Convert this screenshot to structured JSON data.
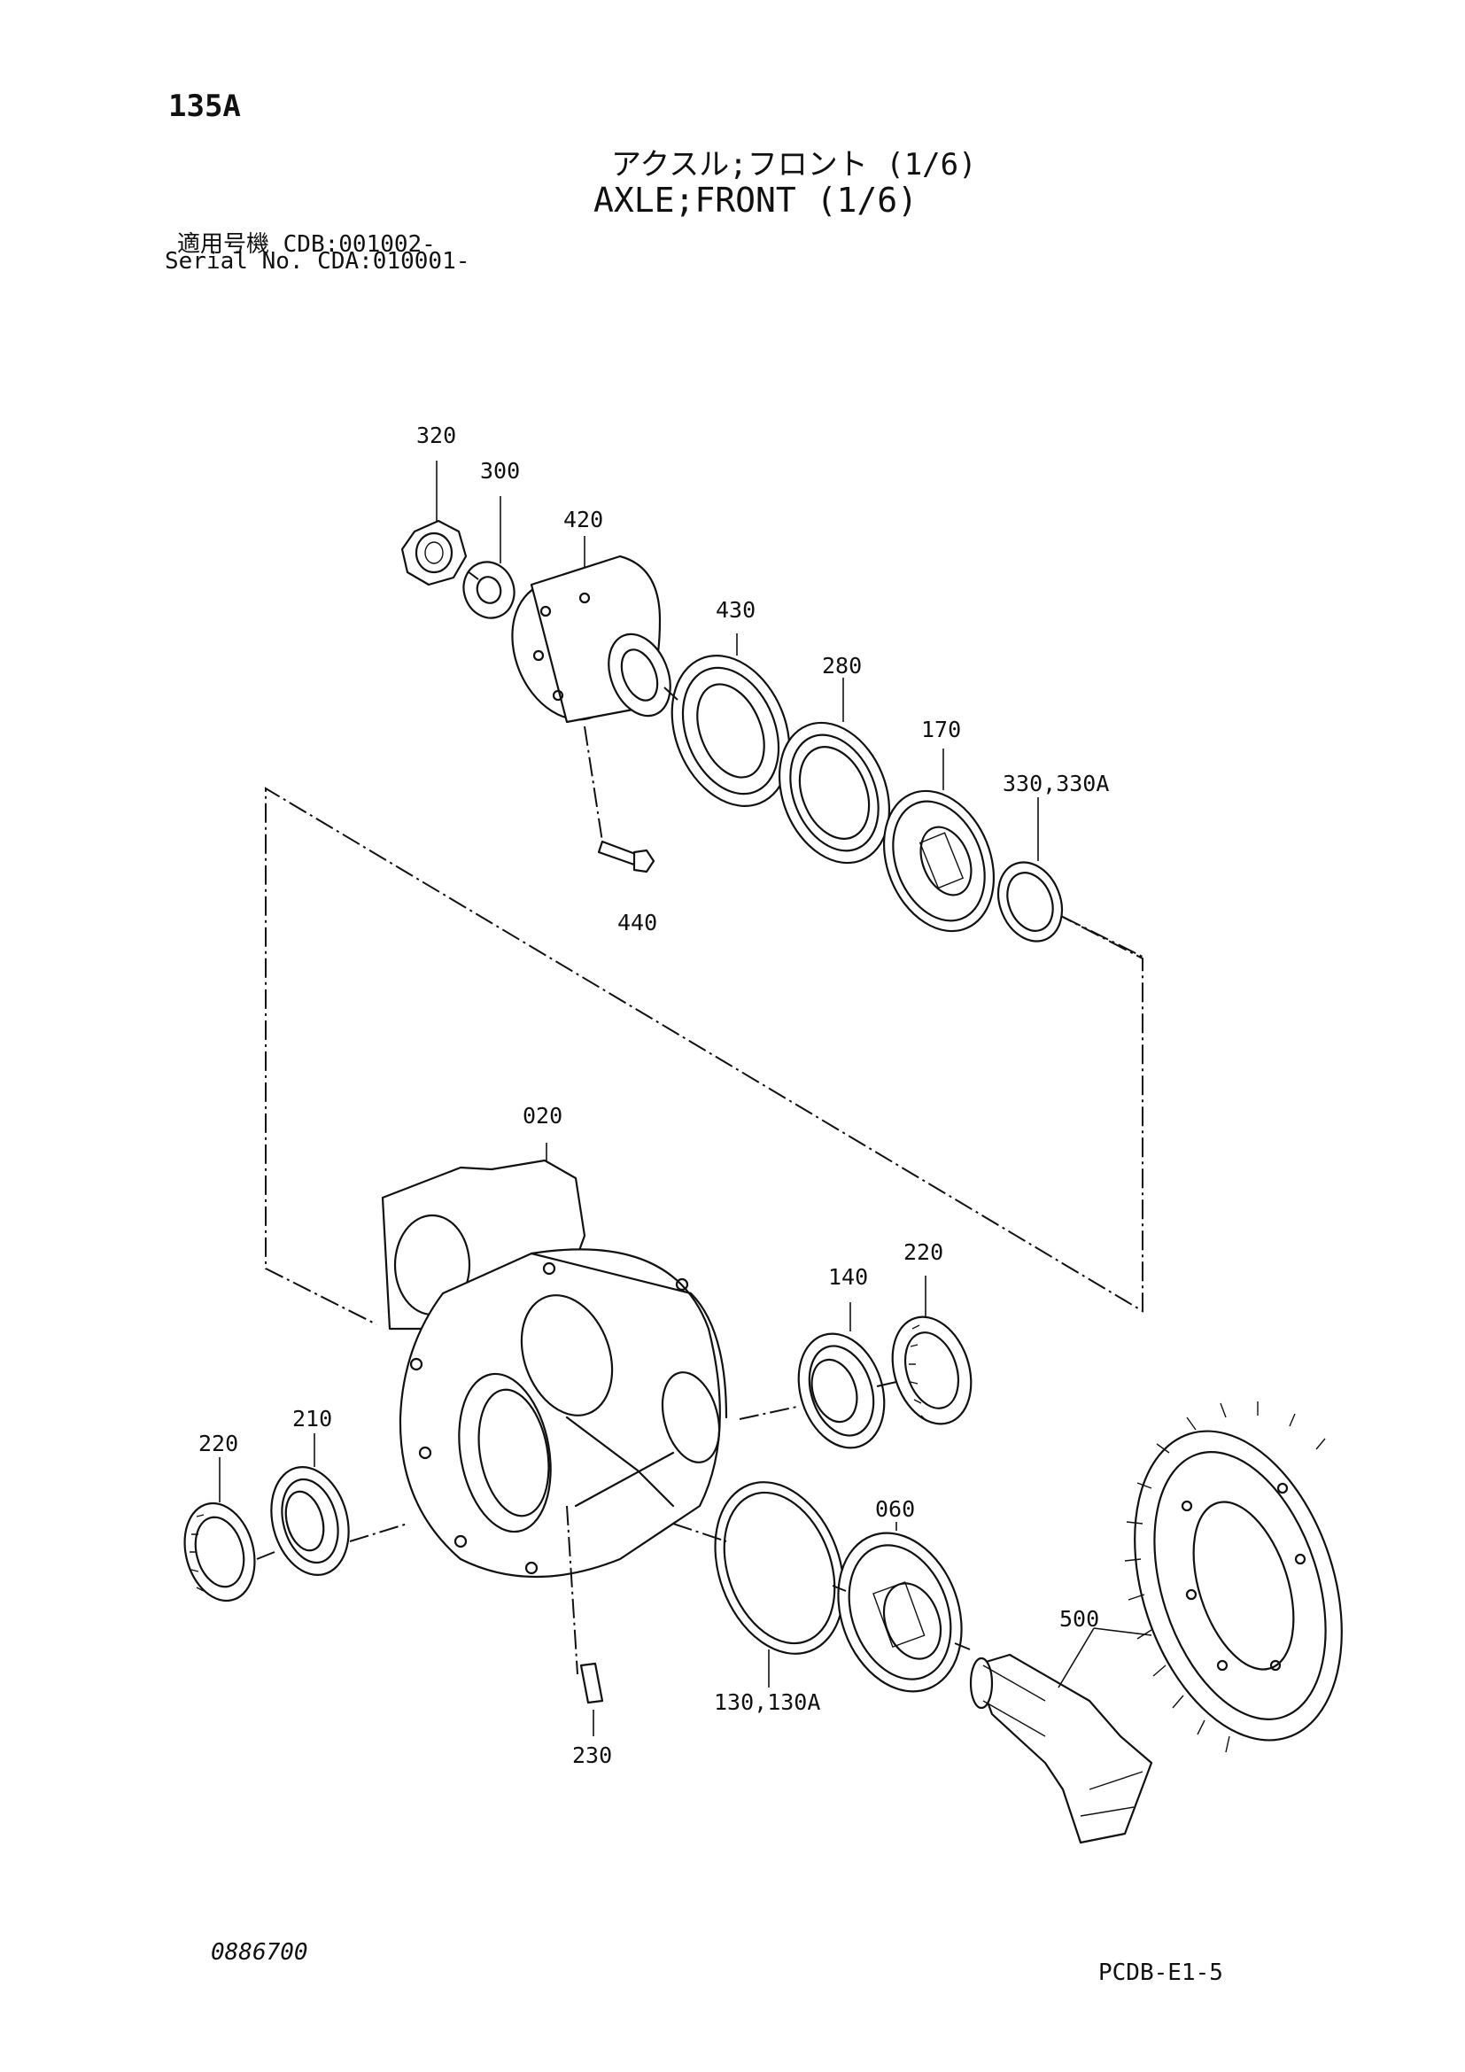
{
  "header": {
    "page_number": "135A",
    "title_jp": "アクスル;フロント (1/6)",
    "title_en": "AXLE;FRONT (1/6)",
    "serial_label_jp": "適用号機 CDB:001002-",
    "serial_label_en": "Serial No. CDA:010001-"
  },
  "parts": {
    "p320": "320",
    "p300": "300",
    "p420": "420",
    "p430": "430",
    "p280": "280",
    "p170": "170",
    "p330": "330,330A",
    "p440": "440",
    "p020": "020",
    "p140": "140",
    "p220_right": "220",
    "p220_left": "220",
    "p210": "210",
    "p060": "060",
    "p500": "500",
    "p130": "130,130A",
    "p230": "230"
  },
  "footer": {
    "doc_code": "0886700",
    "page_code": "PCDB-E1-5"
  }
}
